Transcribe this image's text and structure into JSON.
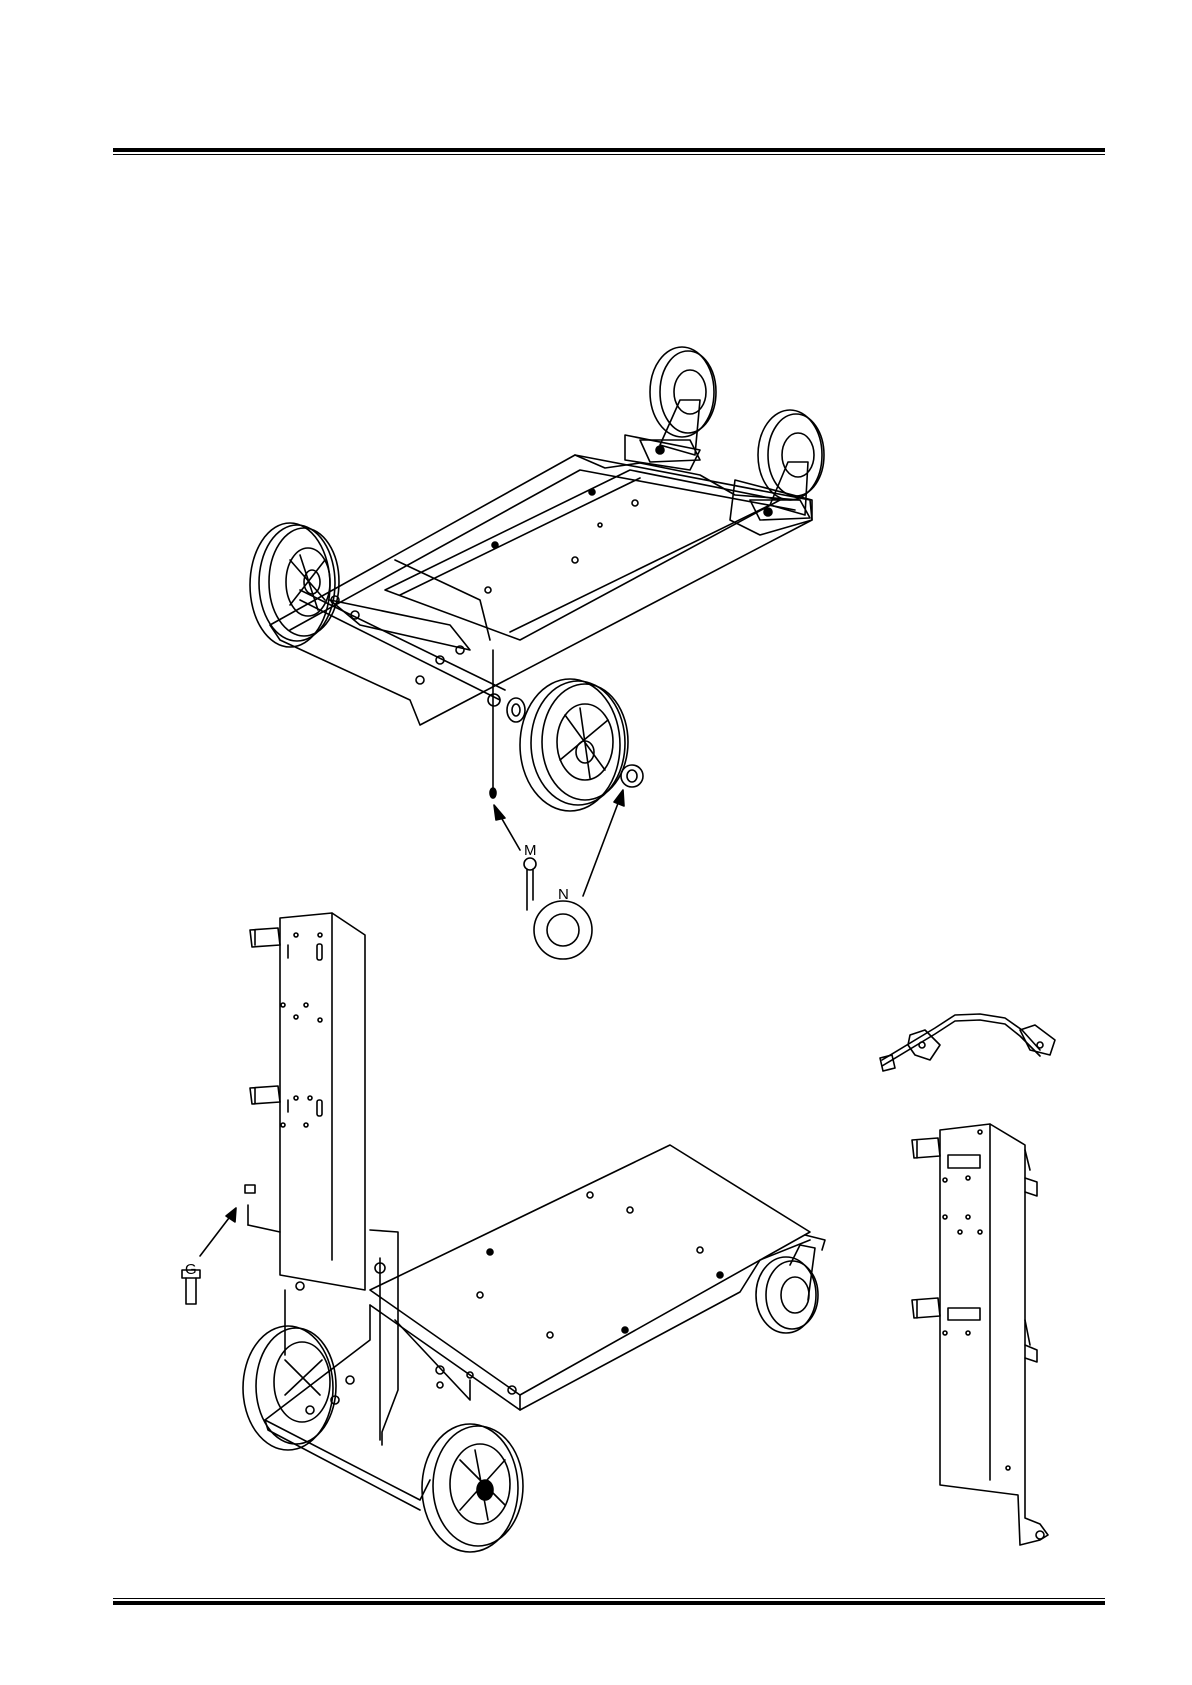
{
  "callouts": {
    "m": "M",
    "n": "N",
    "g": "G"
  },
  "illustrations": [
    "cart-base-with-axle-and-wheels",
    "assembled-cart-with-mast",
    "mast-side-view",
    "cylinder-strap"
  ],
  "colors": {
    "line": "#000000",
    "background": "#ffffff"
  }
}
